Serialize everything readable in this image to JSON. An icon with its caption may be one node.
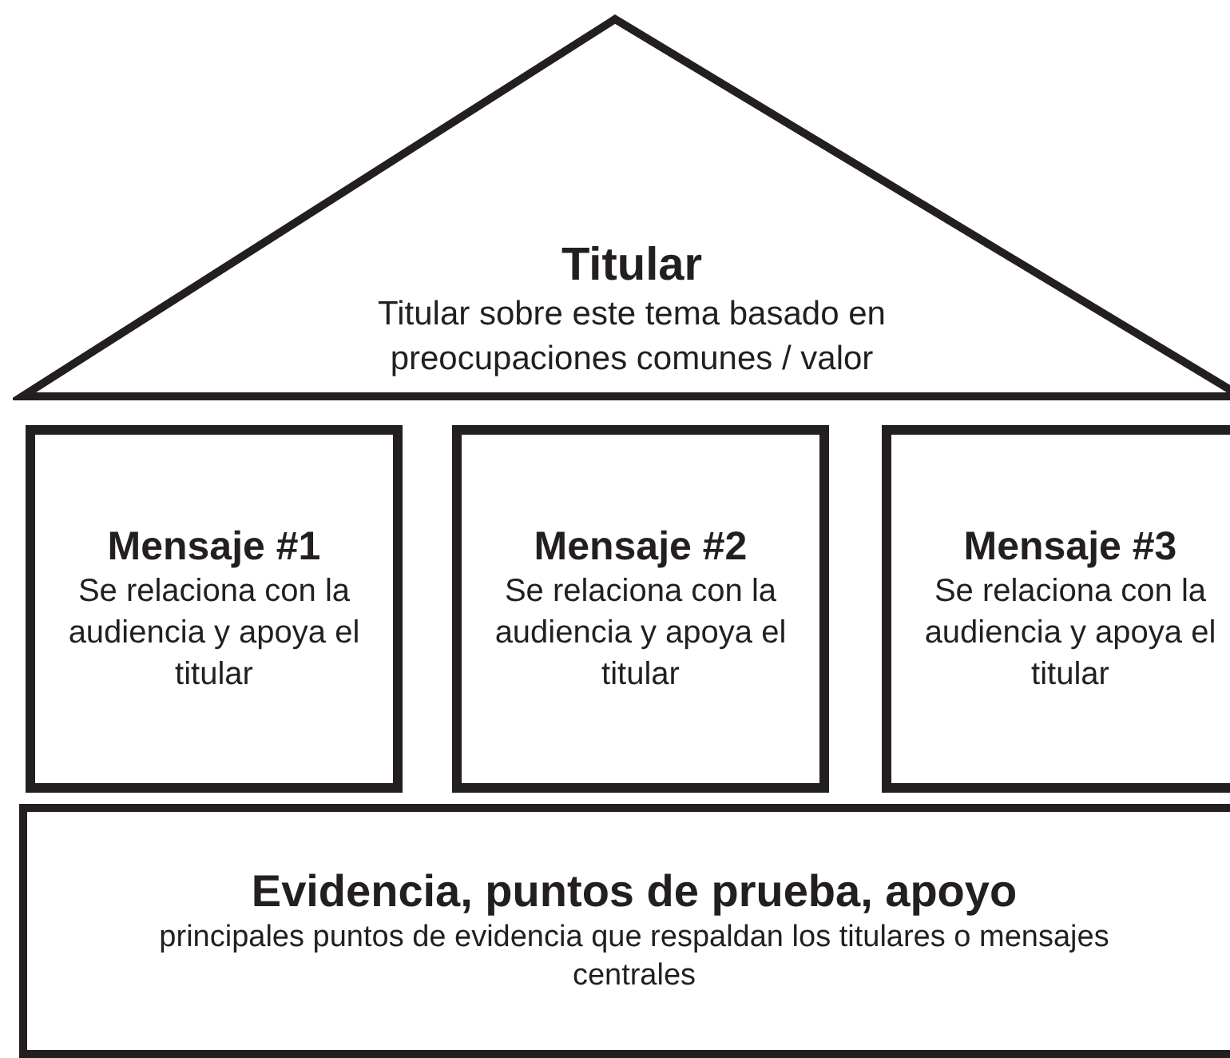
{
  "diagram": {
    "nodes": [
      {
        "text": [
          "Titular",
          "Titular sobre este tema basado en preocupaciones comunes / valor"
        ]
      },
      {
        "text": [
          "Mensaje #1",
          "Se relaciona con la audiencia y apoya el titular"
        ]
      },
      {
        "text": [
          "Mensaje #2",
          "Se relaciona con la audiencia y apoya el titular"
        ]
      },
      {
        "text": [
          "Mensaje #3",
          "Se relaciona con la audiencia y apoya el titular"
        ]
      },
      {
        "text": [
          "Evidencia, puntos de prueba, apoyo",
          "principales puntos de evidencia que respaldan los titulares o mensajes centrales"
        ]
      }
    ]
  }
}
